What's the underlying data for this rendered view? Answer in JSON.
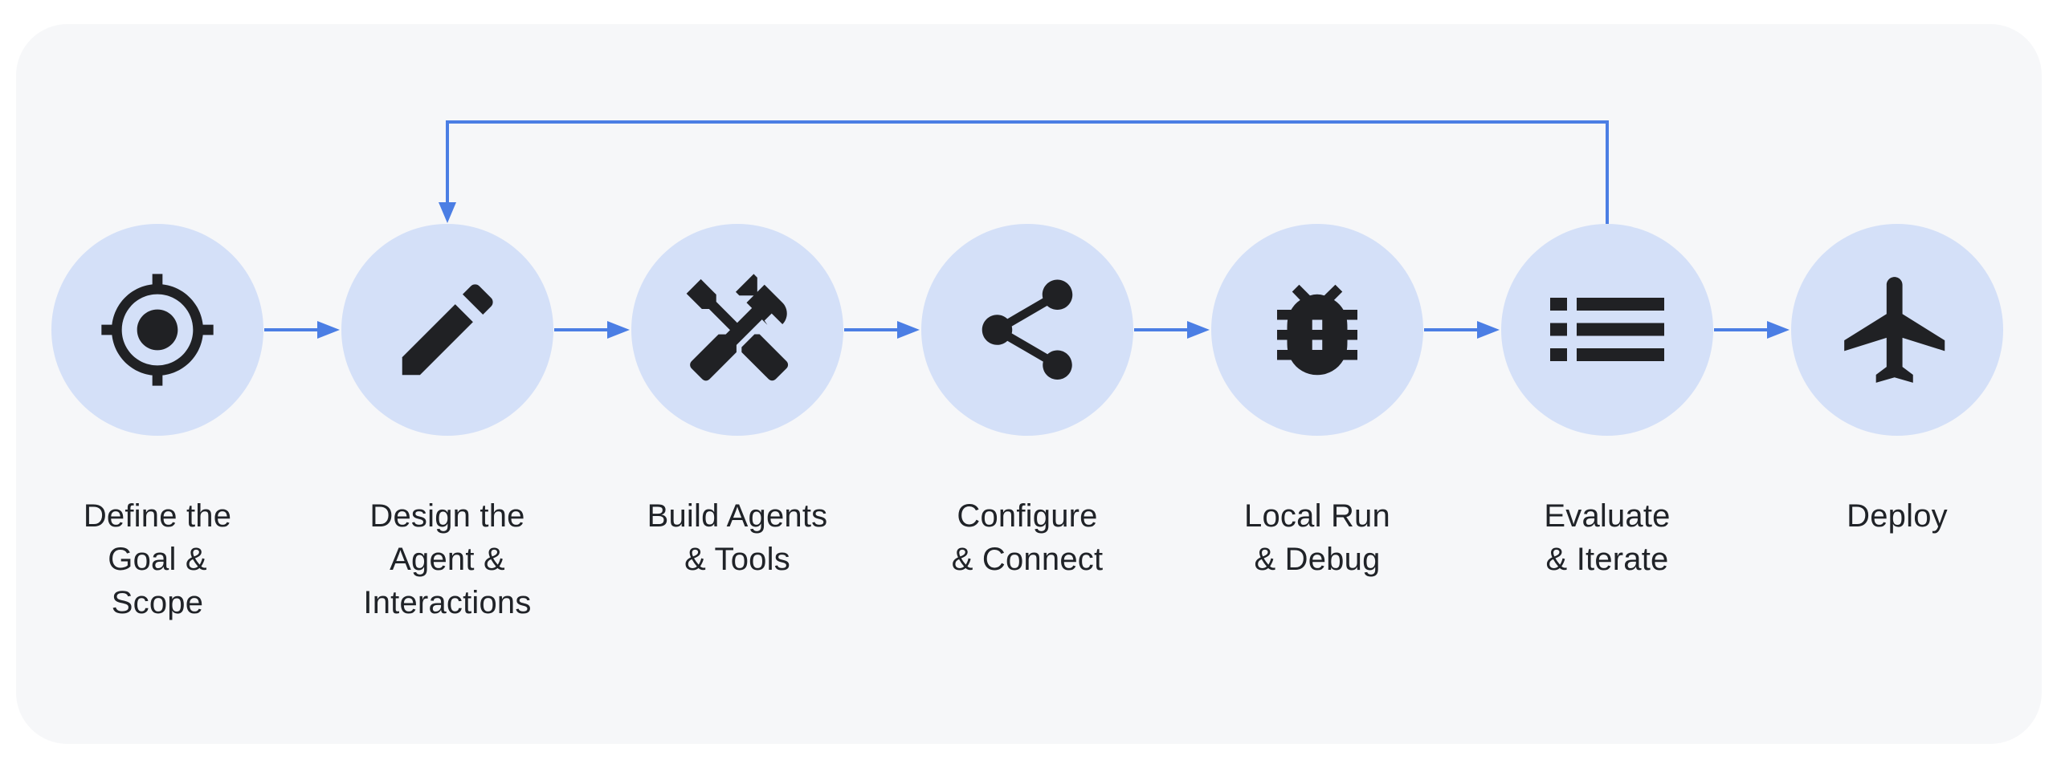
{
  "theme": {
    "page_bg": "#ffffff",
    "card_bg": "#f6f7f9",
    "node_fill": "#d4e0f8",
    "icon_color": "#202124",
    "arrow_color": "#4b7ee4",
    "label_color": "#202328"
  },
  "workflow": {
    "steps": [
      {
        "label": "Define the\nGoal &\nScope",
        "icon": "target-icon"
      },
      {
        "label": "Design the\nAgent &\nInteractions",
        "icon": "pencil-icon"
      },
      {
        "label": "Build Agents\n& Tools",
        "icon": "tools-icon"
      },
      {
        "label": "Configure\n& Connect",
        "icon": "share-icon"
      },
      {
        "label": "Local Run\n& Debug",
        "icon": "bug-icon"
      },
      {
        "label": "Evaluate\n& Iterate",
        "icon": "list-icon"
      },
      {
        "label": "Deploy",
        "icon": "airplane-icon"
      }
    ],
    "connections": {
      "forward_arrows": [
        "Define the Goal & Scope -> Design the Agent & Interactions",
        "Design the Agent & Interactions -> Build Agents & Tools",
        "Build Agents & Tools -> Configure & Connect",
        "Configure & Connect -> Local Run & Debug",
        "Local Run & Debug -> Evaluate & Iterate",
        "Evaluate & Iterate -> Deploy"
      ],
      "feedback_loop": {
        "from": "Evaluate & Iterate",
        "to": "Design the Agent & Interactions"
      }
    }
  }
}
